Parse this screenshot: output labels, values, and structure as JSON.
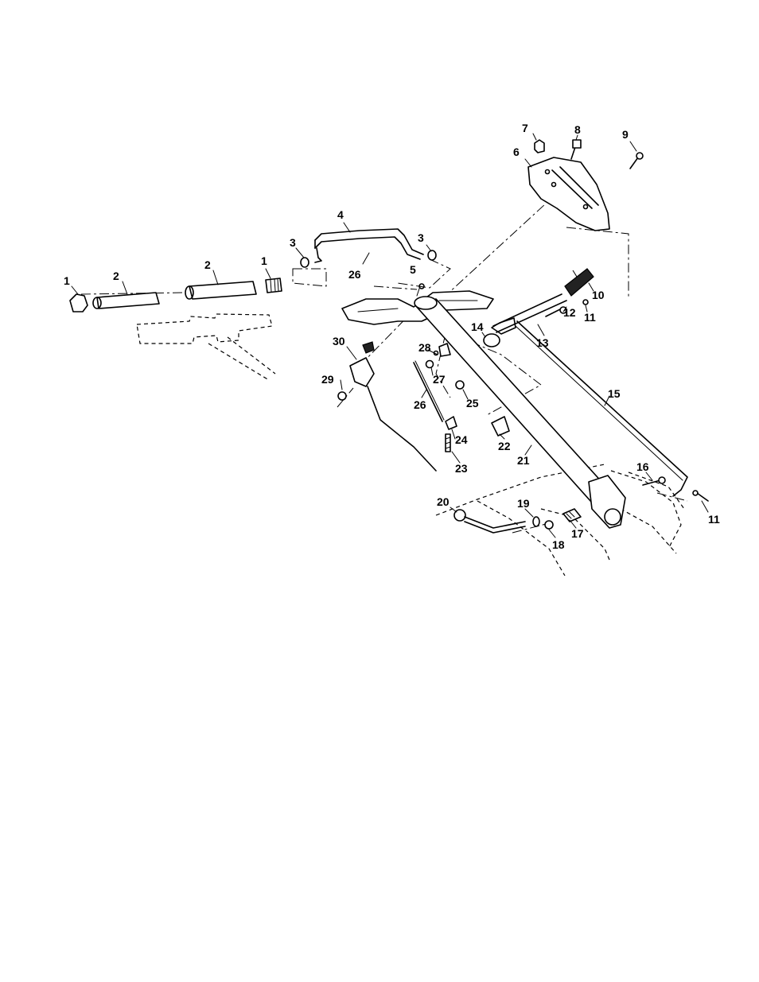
{
  "diagram": {
    "part_numbers": [
      "1",
      "2",
      "2",
      "1",
      "3",
      "4",
      "3",
      "26",
      "5",
      "6",
      "7",
      "8",
      "9",
      "10",
      "11",
      "12",
      "13",
      "14",
      "15",
      "28",
      "30",
      "27",
      "25",
      "29",
      "26",
      "24",
      "22",
      "21",
      "23",
      "16",
      "20",
      "19",
      "17",
      "18",
      "11"
    ]
  }
}
